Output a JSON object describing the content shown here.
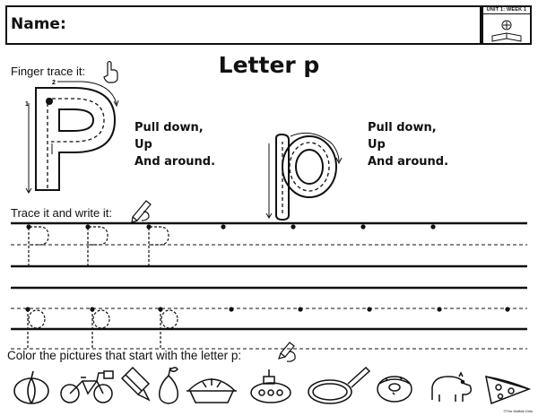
{
  "header": {
    "name_label": "Name:",
    "unit_label": "UNIT 1: WEEK 1"
  },
  "title": "Letter p",
  "sections": {
    "finger_trace": "Finger trace it:",
    "trace_write": "Trace it and write it:",
    "color_pictures": "Color the pictures that start with the letter p:"
  },
  "stroke_numbers": {
    "one": "1",
    "two": "2"
  },
  "instructions": {
    "uppercase": [
      "Pull down,",
      "Up",
      "And around."
    ],
    "lowercase": [
      "Pull down,",
      "Up",
      "And around."
    ]
  },
  "pictures": [
    "pumpkin",
    "bicycle",
    "pencil",
    "pear",
    "pie",
    "submarine",
    "pan",
    "donut",
    "hippo",
    "pizza"
  ],
  "footer": "©The Moffatt Girls"
}
